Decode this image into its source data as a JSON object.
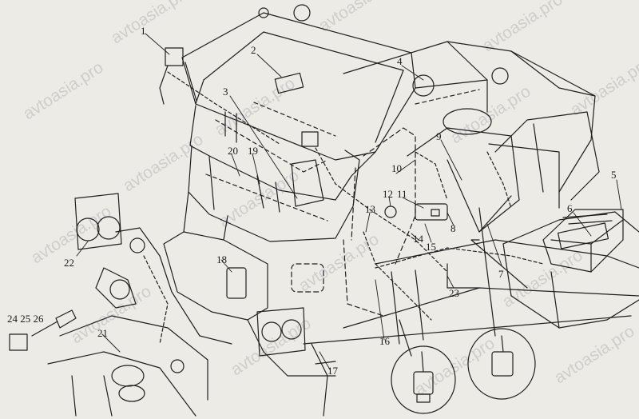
{
  "watermark": "avtoasia.pro",
  "callouts": {
    "c1": "1",
    "c2": "2",
    "c3": "3",
    "c4": "4",
    "c5": "5",
    "c6": "6",
    "c7": "7",
    "c8": "8",
    "c9": "9",
    "c10": "10",
    "c11": "11",
    "c12": "12",
    "c13": "13",
    "c14": "14",
    "c15": "15",
    "c16": "16",
    "c17": "17",
    "c18": "18",
    "c19": "19",
    "c20": "20",
    "c21": "21",
    "c22": "22",
    "c23": "23",
    "c24_26": "24 25 26"
  },
  "colors": {
    "background": "#ecebe6",
    "line": "#1f1f1f"
  }
}
